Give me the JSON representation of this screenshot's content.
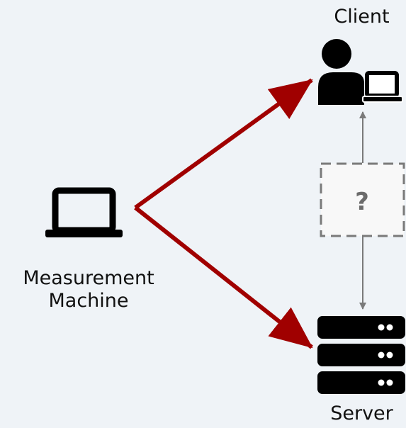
{
  "nodes": {
    "client": {
      "label": "Client",
      "icon": "user-laptop-icon"
    },
    "server": {
      "label": "Server",
      "icon": "server-rack-icon"
    },
    "measurement_machine": {
      "label_line1": "Measurement",
      "label_line2": "Machine",
      "icon": "laptop-icon"
    },
    "unknown_path": {
      "label": "?"
    }
  },
  "edges": [
    {
      "from": "Measurement Machine",
      "to": "Client",
      "style": "thick-arrow"
    },
    {
      "from": "Measurement Machine",
      "to": "Server",
      "style": "thick-arrow"
    },
    {
      "from": "Server",
      "to": "Client",
      "style": "thin-bidirectional",
      "via": "?"
    }
  ],
  "colors": {
    "background": "#eff3f7",
    "arrow": "#a00000",
    "icon": "#000000",
    "connector": "#7a7a7a",
    "unknown_box_border": "#7a7a7a",
    "unknown_box_fill": "#f8f8f8",
    "unknown_text": "#6b6b6b"
  }
}
